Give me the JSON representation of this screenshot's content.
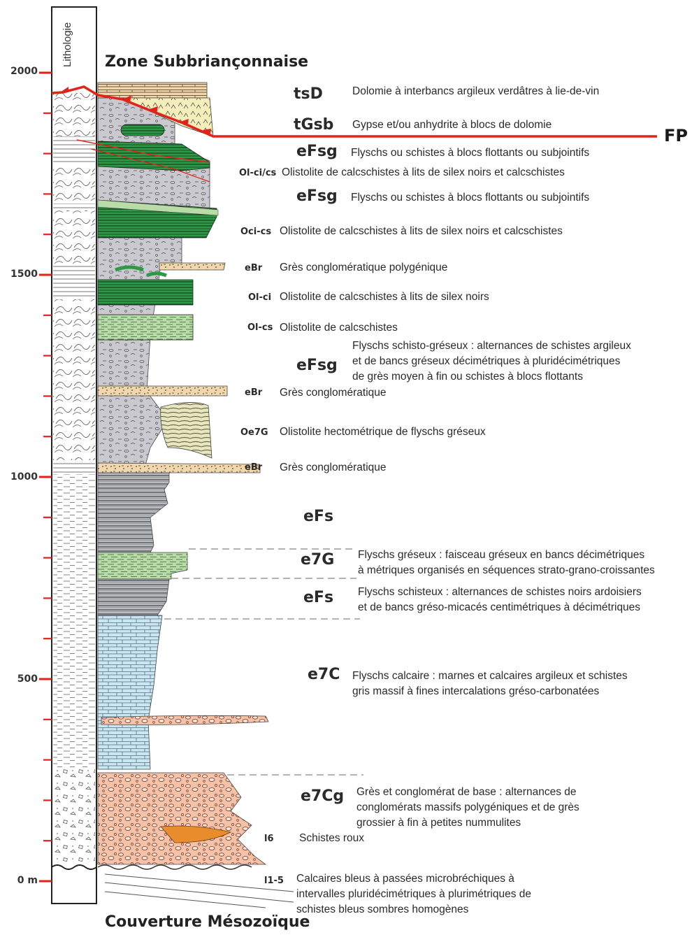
{
  "header": {
    "top_title": "Zone Subbriançonnaise",
    "bottom_title": "Couverture Mésozoïque",
    "column_title": "Lithologie",
    "fault_label": "FP"
  },
  "y_axis": {
    "unit_label": "m",
    "ticks": [
      {
        "value": 2000,
        "label": "2000"
      },
      {
        "value": 1500,
        "label": "1500"
      },
      {
        "value": 1000,
        "label": "1000"
      },
      {
        "value": 500,
        "label": "500"
      },
      {
        "value": 0,
        "label": "0 m"
      }
    ]
  },
  "units": [
    {
      "code": "tsD",
      "size": "big",
      "description": [
        "Dolomie à interbancs argileux verdâtres à lie-de-vin"
      ]
    },
    {
      "code": "tGsb",
      "size": "big",
      "description": [
        "Gypse et/ou anhydrite à blocs de dolomie"
      ]
    },
    {
      "code": "eFsg",
      "size": "big",
      "description": [
        "Flyschs ou schistes à blocs flottants ou subjointifs"
      ]
    },
    {
      "code": "Ol-ci/cs",
      "size": "small",
      "description": [
        "Olistolite de calcschistes à lits de silex noirs et calcschistes"
      ]
    },
    {
      "code": "eFsg",
      "size": "big",
      "description": [
        "Flyschs ou schistes à blocs flottants ou subjointifs"
      ]
    },
    {
      "code": "Oci-cs",
      "size": "small",
      "description": [
        "Olistolite de calcschistes à lits de silex noirs et calcschistes"
      ]
    },
    {
      "code": "eBr",
      "size": "small",
      "description": [
        "Grès conglomératique polygénique"
      ]
    },
    {
      "code": "Ol-ci",
      "size": "small",
      "description": [
        "Olistolite de calcschistes à lits de silex noirs"
      ]
    },
    {
      "code": "Ol-cs",
      "size": "small",
      "description": [
        "Olistolite de calcschistes"
      ]
    },
    {
      "code": "eFsg",
      "size": "big",
      "description": [
        "Flyschs schisto-gréseux : alternances de schistes argileux",
        "et de bancs gréseux décimétriques à pluridécimétriques",
        "de grès moyen à fin ou schistes à blocs flottants"
      ]
    },
    {
      "code": "eBr",
      "size": "small",
      "description": [
        "Grès conglomératique"
      ]
    },
    {
      "code": "Oe7G",
      "size": "small",
      "description": [
        "Olistolite hectométrique de flyschs gréseux"
      ]
    },
    {
      "code": "eBr",
      "size": "small",
      "description": [
        "Grès conglomératique"
      ]
    },
    {
      "code": "eFs",
      "size": "big",
      "description": []
    },
    {
      "code": "e7G",
      "size": "big",
      "description": [
        "Flyschs gréseux : faisceau gréseux en bancs décimétriques",
        "à métriques organisés en séquences strato-grano-croissantes"
      ]
    },
    {
      "code": "eFs",
      "size": "big",
      "description": [
        "Flyschs schisteux : alternances de schistes noirs ardoisiers",
        "et de bancs gréso-micacés centimétriques à décimétriques"
      ]
    },
    {
      "code": "e7C",
      "size": "big",
      "description": [
        "Flyschs calcaire : marnes et calcaires argileux et schistes",
        "gris massif à fines intercalations gréso-carbonatées"
      ]
    },
    {
      "code": "e7Cg",
      "size": "big",
      "description": [
        "Grès et conglomérat de base : alternances de",
        "conglomérats massifs polygéniques et de grès",
        "grossier à fin à petites nummulites"
      ]
    },
    {
      "code": "l6",
      "size": "small",
      "description": [
        "Schistes roux"
      ]
    },
    {
      "code": "l1-5",
      "size": "small",
      "description": [
        "Calcaires bleus à passées microbréchiques à",
        "intervalles pluridécimétriques à plurimétriques de",
        "schistes bleus sombres homogènes"
      ]
    }
  ],
  "colors": {
    "fault": "#e2231a",
    "green_dark": "#2e9a47",
    "green_light": "#b9dba7",
    "grey": "#c9c9cf",
    "blue": "#c9e6f3",
    "sand": "#f2d7ad",
    "salmon": "#f5c2a8",
    "orange": "#e98c2c",
    "yellow": "#f4eebb"
  }
}
